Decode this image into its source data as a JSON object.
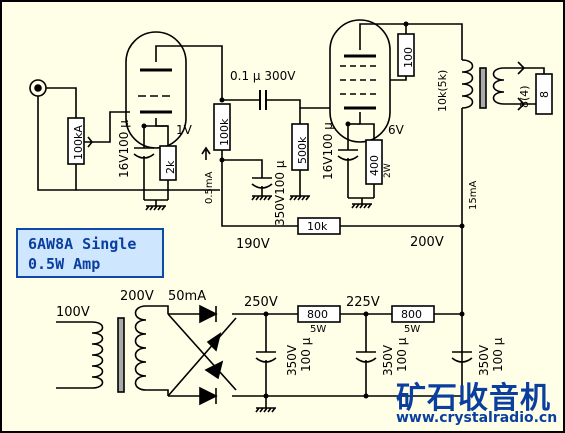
{
  "title": {
    "line1": "6AW8A Single",
    "line2": "0.5W Amp"
  },
  "watermark": {
    "logo": "矿石收音机",
    "url": "www.crystalradio.cn"
  },
  "labels": {
    "vol_pot": "100kA",
    "cath1_cap": "16V100 μ",
    "cath1_res": "2k",
    "cath1_v": "1V",
    "coup_cap": "0.1 μ 300V",
    "grid_res": "100k",
    "cur1": "0.5mA",
    "dec1_cap": "350V100 μ",
    "g2_res": "500k",
    "cath2_cap": "16V100 μ",
    "cath2_res": "400",
    "cath2_w": "2W",
    "cath2_v": "6V",
    "scr_res": "100",
    "out_tr": "10k(5k)",
    "spk_imp": "8(4)",
    "spk": "8",
    "cur2": "15mA",
    "drop_res": "10k",
    "v190": "190V",
    "v200": "200V",
    "mains": "100V",
    "sec_v": "200V",
    "sec_i": "50mA",
    "v250": "250V",
    "v225": "225V",
    "r1": "800",
    "r1w": "5W",
    "r2": "800",
    "r2w": "5W",
    "c1v": "350V",
    "c1c": "100 μ",
    "c2v": "350V",
    "c2c": "100 μ",
    "c3v": "350V",
    "c3c": "100 μ"
  }
}
